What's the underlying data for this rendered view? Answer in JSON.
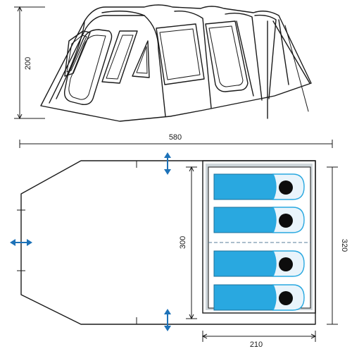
{
  "dimensions": {
    "height_label": "200",
    "total_length_label": "580",
    "inner_length_label": "300",
    "outer_length_label": "320",
    "bedroom_width_label": "210"
  },
  "colors": {
    "outline": "#1a1a1a",
    "bedroom_floor": "#cfd6da",
    "sleeping_bag": "#29a8e0",
    "sleeping_bag_edge": "#1c6f99",
    "pillow": "#e9f4fb",
    "arrow": "#1d72b8",
    "divider": "#5a7d9a"
  },
  "icons": {
    "door_arrow": "double-arrow-icon",
    "sleeping_bag": "sleeping-bag-icon"
  }
}
